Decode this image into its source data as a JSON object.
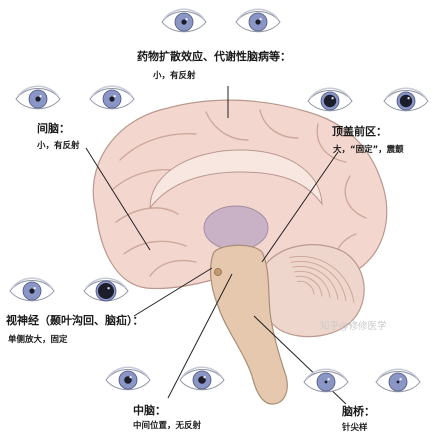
{
  "colors": {
    "brain": "#f3d7cf",
    "brain_outline": "#b9988e",
    "gyrus_line": "#cfa79b",
    "thalamus": "#c9b2c6",
    "brainstem": "#e6c8ae",
    "cerebellum": "#efd6cc",
    "sclera": "#ffffff",
    "eyelid": "#eef0f6",
    "iris": "#8a96c6",
    "pupil": "#1b1d2a",
    "pointer": "#222222"
  },
  "labels": {
    "drug": {
      "title": "药物扩散效应、代谢性脑病等：",
      "desc": "小，有反射",
      "eyes": [
        {
          "pupil": "small"
        },
        {
          "pupil": "small"
        }
      ]
    },
    "diencephalon": {
      "title": "间脑：",
      "desc": "小，有反射",
      "eyes": [
        {
          "pupil": "small"
        },
        {
          "pupil": "small"
        }
      ]
    },
    "pretectal": {
      "title": "顶盖前区：",
      "desc": "大，“固定”，震颤",
      "eyes": [
        {
          "pupil": "large"
        },
        {
          "pupil": "large"
        }
      ]
    },
    "optic_nerve": {
      "title": "视神经（颞叶沟回、脑疝）：",
      "desc": "单侧放大，固定",
      "eyes": [
        {
          "pupil": "small"
        },
        {
          "pupil": "dilated"
        }
      ]
    },
    "midbrain": {
      "title": "中脑：",
      "desc": "中间位置，无反射",
      "eyes": [
        {
          "pupil": "mid"
        },
        {
          "pupil": "mid"
        }
      ]
    },
    "pons": {
      "title": "脑桥：",
      "desc": "针尖样",
      "eyes": [
        {
          "pupil": "pinpoint"
        },
        {
          "pupil": "pinpoint"
        }
      ]
    }
  },
  "watermark": "知乎@修修医学"
}
